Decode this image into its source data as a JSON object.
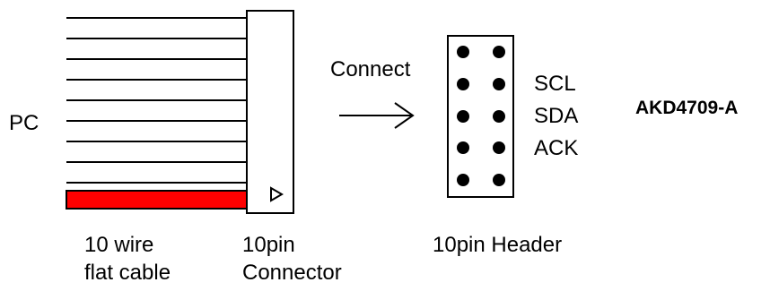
{
  "left": {
    "pc_label": "PC",
    "cable_line1": "10 wire",
    "cable_line2": "flat cable",
    "connector_line1": "10pin",
    "connector_line2": "Connector"
  },
  "middle": {
    "connect_label": "Connect"
  },
  "header": {
    "signals": [
      "SCL",
      "SDA",
      "ACK"
    ],
    "caption": "10pin Header"
  },
  "board": {
    "name": "AKD4709-A"
  },
  "colors": {
    "red_wire": "#ff0000",
    "ink": "#000000"
  }
}
